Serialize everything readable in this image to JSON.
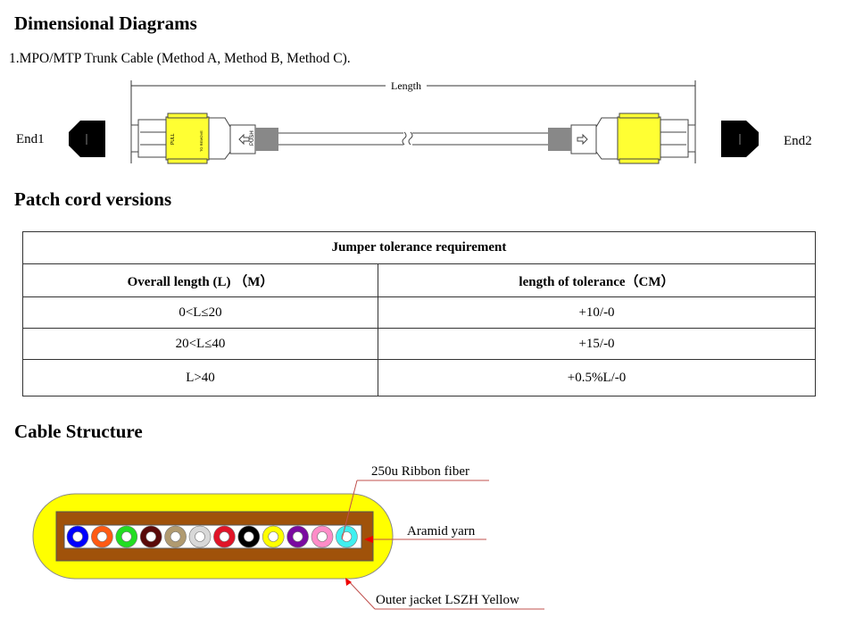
{
  "sections": {
    "dimensional": "Dimensional Diagrams",
    "patch": "Patch cord versions",
    "cable": "Cable Structure"
  },
  "trunk_caption": "1.MPO/MTP Trunk Cable (Method A, Method B, Method C).",
  "assembly": {
    "length_label": "Length",
    "end1": "End1",
    "end2": "End2",
    "pull": "PULL",
    "to_remove": "TO REMOVE",
    "push": "PUSH"
  },
  "table": {
    "title": "Jumper tolerance requirement",
    "headers": [
      "Overall length (L) （M）",
      "length of tolerance（CM）"
    ],
    "rows": [
      [
        "0<L≤20",
        "+10/-0"
      ],
      [
        "20<L≤40",
        "+15/-0"
      ],
      [
        "L>40",
        "+0.5%L/-0"
      ]
    ]
  },
  "cable_structure": {
    "labels": {
      "ribbon": "250u Ribbon fiber",
      "aramid": "Aramid yarn",
      "jacket": "Outer jacket LSZH Yellow"
    },
    "jacket_color": "#ffff00",
    "aramid_color": "#a0520a",
    "fiber_colors": [
      "#0000ff",
      "#ff5a14",
      "#22dd22",
      "#5a0a0a",
      "#b09a70",
      "#d8d8d8",
      "#e01428",
      "#000000",
      "#ffff00",
      "#7a0aa0",
      "#ff8cc8",
      "#40f0f0"
    ]
  }
}
